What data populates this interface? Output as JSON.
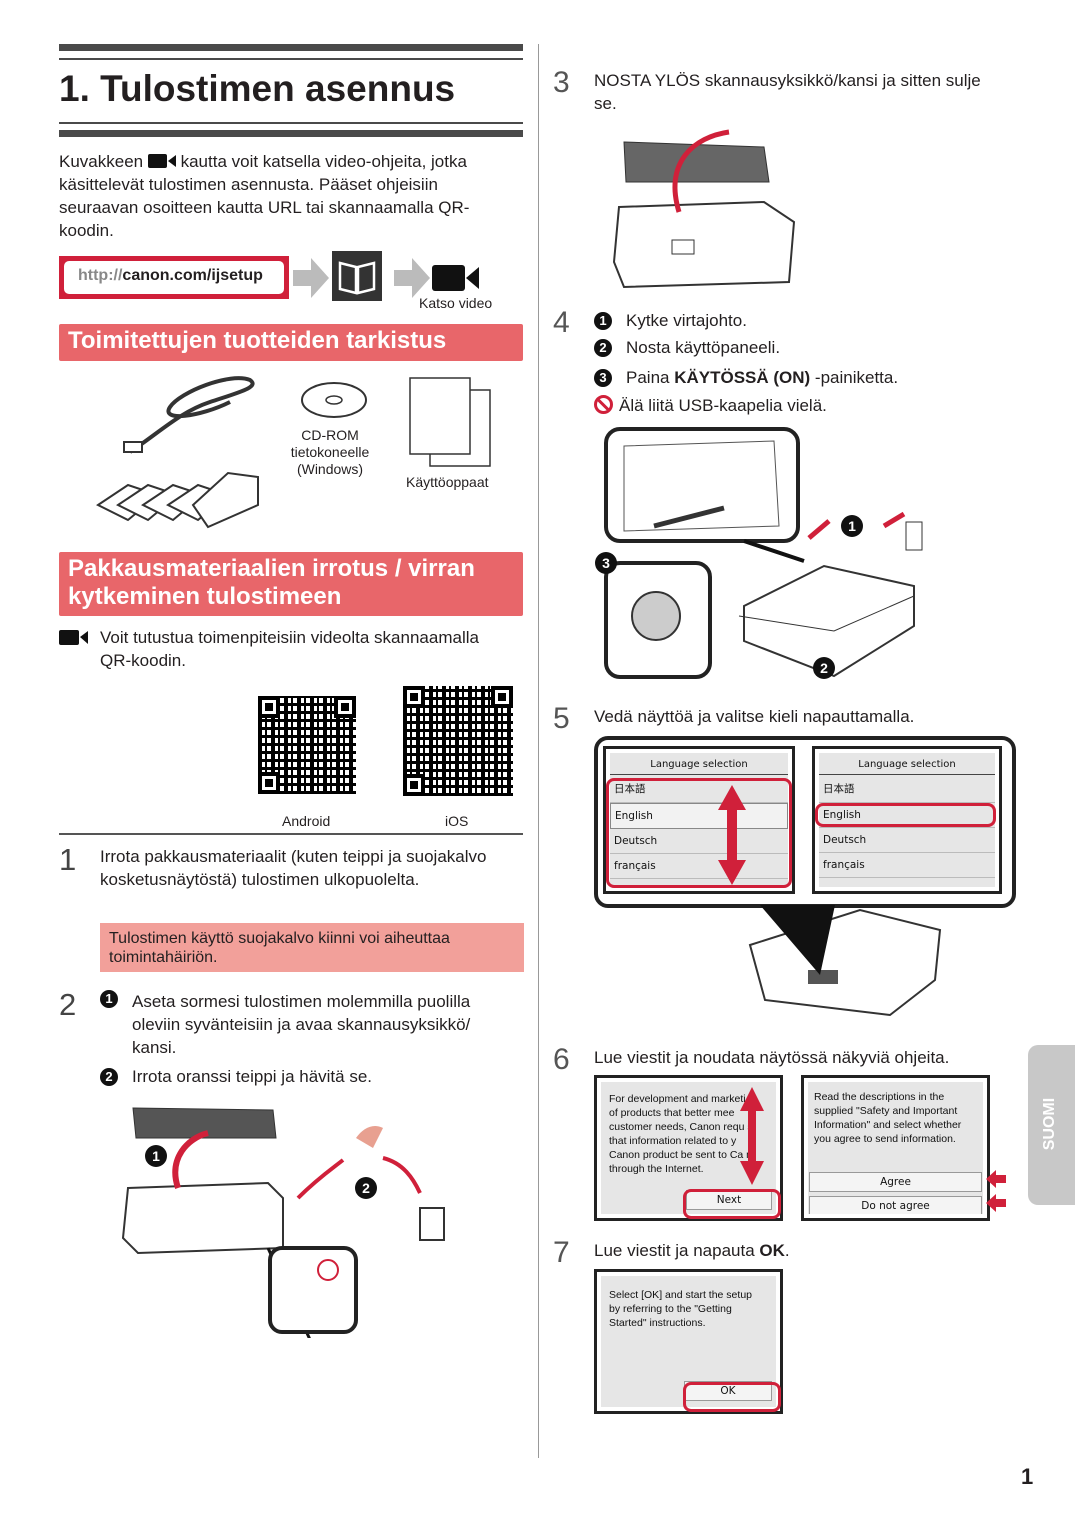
{
  "left": {
    "title": "1. Tulostimen asennus",
    "intro": {
      "before_icon": "Kuvakkeen",
      "after_icon": "kautta voit katsella video-ohjeita, jotka käsittelevät tulostimen asennusta. Pääset ohjeisiin seuraavan osoitteen kautta URL tai skannaamalla QR-koodin."
    },
    "url": {
      "prefix": "http://",
      "domain": "canon.com/ijsetup"
    },
    "watch_video": "Katso video",
    "section1": "Toimitettujen tuotteiden tarkistus",
    "items": {
      "cdrom": [
        "CD-ROM",
        "tietokoneelle",
        "(Windows)"
      ],
      "manuals": "Käyttöoppaat"
    },
    "section2": "Pakkausmateriaalien irrotus / virran kytkeminen tulostimeen",
    "video_note": "Voit tutustua toimenpiteisiin videolta skannaamalla QR-koodin.",
    "qr_labels": [
      "Android",
      "iOS"
    ],
    "step1": {
      "num": "1",
      "text": "Irrota pakkausmateriaalit (kuten teippi ja suojakalvo kosketusnäytöstä) tulostimen ulkopuolelta.",
      "warning": "Tulostimen käyttö suojakalvo kiinni voi aiheuttaa toimintahäiriön."
    },
    "step2": {
      "num": "2",
      "a": "Aseta sormesi tulostimen molemmilla puolilla oleviin syvänteisiin ja avaa skannausyksikkö/ kansi.",
      "b": "Irrota oranssi teippi ja hävitä se."
    }
  },
  "right": {
    "step3": {
      "num": "3",
      "text": "NOSTA YLÖS skannausyksikkö/kansi ja sitten sulje se."
    },
    "step4": {
      "num": "4",
      "a": "Kytke virtajohto.",
      "b": "Nosta käyttöpaneeli.",
      "c_pre": "Paina ",
      "c_bold": "KÄYTÖSSÄ (ON)",
      "c_post": " -painiketta.",
      "warn": "Älä liitä USB-kaapelia vielä."
    },
    "step5": {
      "num": "5",
      "text": "Vedä näyttöä ja valitse kieli napauttamalla.",
      "screen_title": "Language selection",
      "languages": [
        "日本語",
        "English",
        "Deutsch",
        "français"
      ]
    },
    "step6": {
      "num": "6",
      "text": "Lue viestit ja noudata näytössä näkyviä ohjeita.",
      "screen_a": [
        "For development and marketi",
        "of products that better mee",
        "customer needs, Canon requ  s",
        "that information related to y",
        "Canon product be sent to Ca  n",
        "through the Internet."
      ],
      "next": "Next",
      "screen_b": [
        "Read the descriptions in the",
        "supplied \"Safety and Important",
        "Information\" and select whether",
        "you agree to send information."
      ],
      "agree": "Agree",
      "disagree": "Do not agree"
    },
    "step7": {
      "num": "7",
      "text_pre": "Lue viestit ja napauta ",
      "text_bold": "OK",
      "text_post": ".",
      "screen": [
        "Select [OK] and start the setup",
        "by referring to the \"Getting",
        "Started\" instructions."
      ],
      "ok": "OK"
    }
  },
  "side_tab": "SUOMI",
  "page_number": "1",
  "colors": {
    "section": "#e8666a",
    "warning_bg": "#f2a09a",
    "red": "#d0203a",
    "tab": "#c8c8c8"
  }
}
